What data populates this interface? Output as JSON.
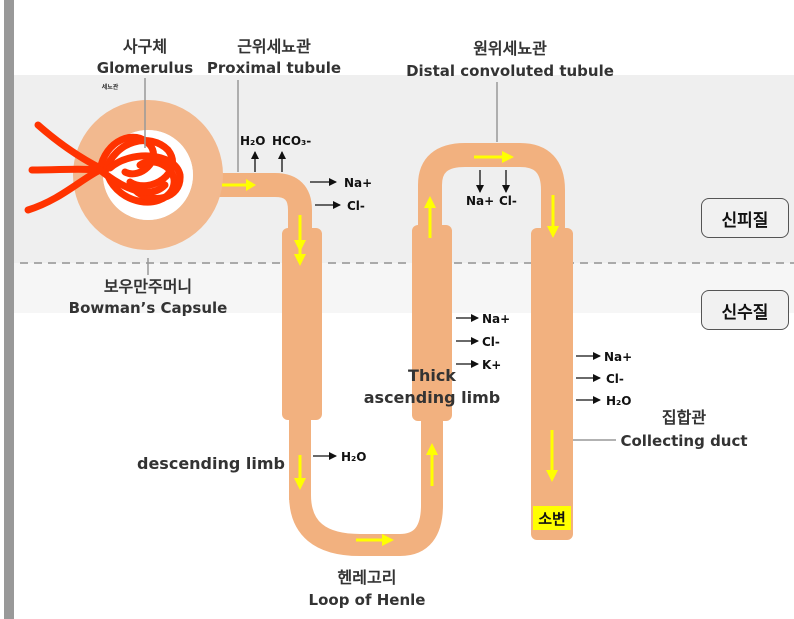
{
  "zones": {
    "cortex": "신피질",
    "medulla": "신수질"
  },
  "glomerulus": {
    "ko": "사구체",
    "en": "Glomerulus",
    "small": "세뇨관"
  },
  "proximal": {
    "ko": "근위세뇨관",
    "en": "Proximal tubule"
  },
  "distal": {
    "ko": "원위세뇨관",
    "en": "Distal convoluted tubule"
  },
  "bowman": {
    "ko": "보우만주머니",
    "en": "Bowman’s Capsule"
  },
  "descending": {
    "en": "descending limb"
  },
  "ascending": {
    "line1": "Thick",
    "line2": "ascending limb"
  },
  "henle": {
    "ko": "헨레고리",
    "en": "Loop of Henle"
  },
  "collecting": {
    "ko": "집합관",
    "en": "Collecting duct"
  },
  "urine": "소변",
  "ions": {
    "prox_h2o": "H₂O",
    "prox_hco3": "HCO₃-",
    "prox_na": "Na+",
    "prox_cl": "Cl-",
    "dist_na": "Na+",
    "dist_cl": "Cl-",
    "asc_na": "Na+",
    "asc_cl": "Cl-",
    "asc_k": "K+",
    "desc_h2o": "H₂O",
    "coll_na": "Na+",
    "coll_cl": "Cl-",
    "coll_h2o": "H₂O"
  },
  "colors": {
    "tubule": "#f2b17f",
    "capsule": "#f2b98f",
    "capillary": "#ff3300",
    "arrow": "#ffff00",
    "cortex_band": "#efefef"
  }
}
